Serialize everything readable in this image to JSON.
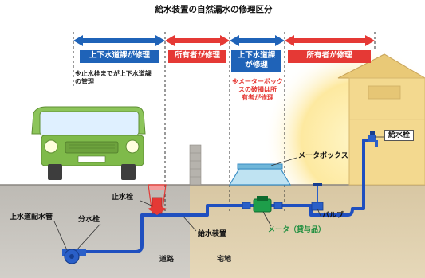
{
  "title": "給水装置の自然漏水の修理区分",
  "sections": [
    {
      "label_line1": "上下水道課が修理",
      "label_line2": "",
      "color": "#1f63b8"
    },
    {
      "label_line1": "所有者が修理",
      "label_line2": "",
      "color": "#e53935"
    },
    {
      "label_line1": "上下水道課",
      "label_line2": "が修理",
      "color": "#1f63b8"
    },
    {
      "label_line1": "所有者が修理",
      "label_line2": "",
      "color": "#e53935"
    }
  ],
  "notes": {
    "left_line1": "※止水栓までが上下水道課",
    "left_line2": "の管理",
    "meter_line1": "※メーターボック",
    "meter_line2": "スの破損は所",
    "meter_line3": "有者が修理"
  },
  "labels": {
    "shisuisen": "止水栓",
    "josuido_haisuikan": "上水道配水管",
    "bunsuisen": "分水栓",
    "kyusui_sochi": "給水装置",
    "meter_box": "メータボックス",
    "valve": "バルブ",
    "meter": "メータ（貸与品）",
    "kyusuisen": "給水栓",
    "doro": "道路",
    "takuchi": "宅地"
  },
  "colors": {
    "pipe": "#1f4fbf",
    "blue_band": "#1f63b8",
    "red_band": "#e53935",
    "ground": "#c6c3bd",
    "house": "#f0c66a",
    "car": "#7fba4a"
  }
}
